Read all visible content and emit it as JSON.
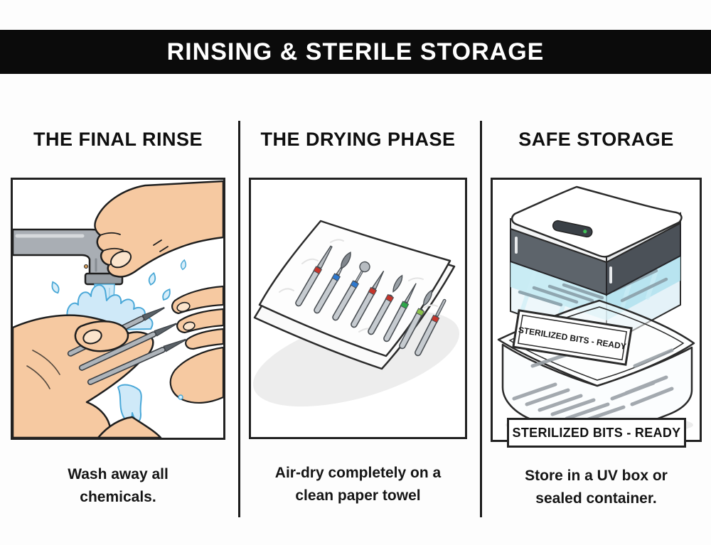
{
  "title": "RINSING & STERILE STORAGE",
  "panels": [
    {
      "id": "final-rinse",
      "heading": "THE FINAL RINSE",
      "caption_line1": "Wash away all",
      "caption_line2": "chemicals."
    },
    {
      "id": "drying-phase",
      "heading": "THE DRYING PHASE",
      "caption_line1": "Air-dry completely on a",
      "caption_line2": "clean paper towel",
      "bit_band_colors": [
        "#c6352b",
        "#2e79cf",
        "#2e79cf",
        "#c6352b",
        "#c6352b",
        "#2ea84a",
        "#8bc34a",
        "#c6352b"
      ]
    },
    {
      "id": "safe-storage",
      "heading": "SAFE STORAGE",
      "caption_line1": "Store in a UV box or",
      "caption_line2": "sealed container.",
      "container_label": "STERILIZED BITS - READY",
      "banner_label": "STERILIZED BITS - READY"
    }
  ],
  "colors": {
    "header_bg": "#0b0b0b",
    "header_text": "#ffffff",
    "outline": "#1f1f1f",
    "skin": "#f6c9a1",
    "nail": "#fbe4cc",
    "faucet_metal": "#a9aeb4",
    "water_fill": "#cfe9f8",
    "water_outline": "#4aa8d8",
    "bit_metal": "#c6cbd0",
    "uv_glow": "#bfe9f2",
    "lid_band": "#5d646b",
    "indicator_led": "#41c157"
  }
}
